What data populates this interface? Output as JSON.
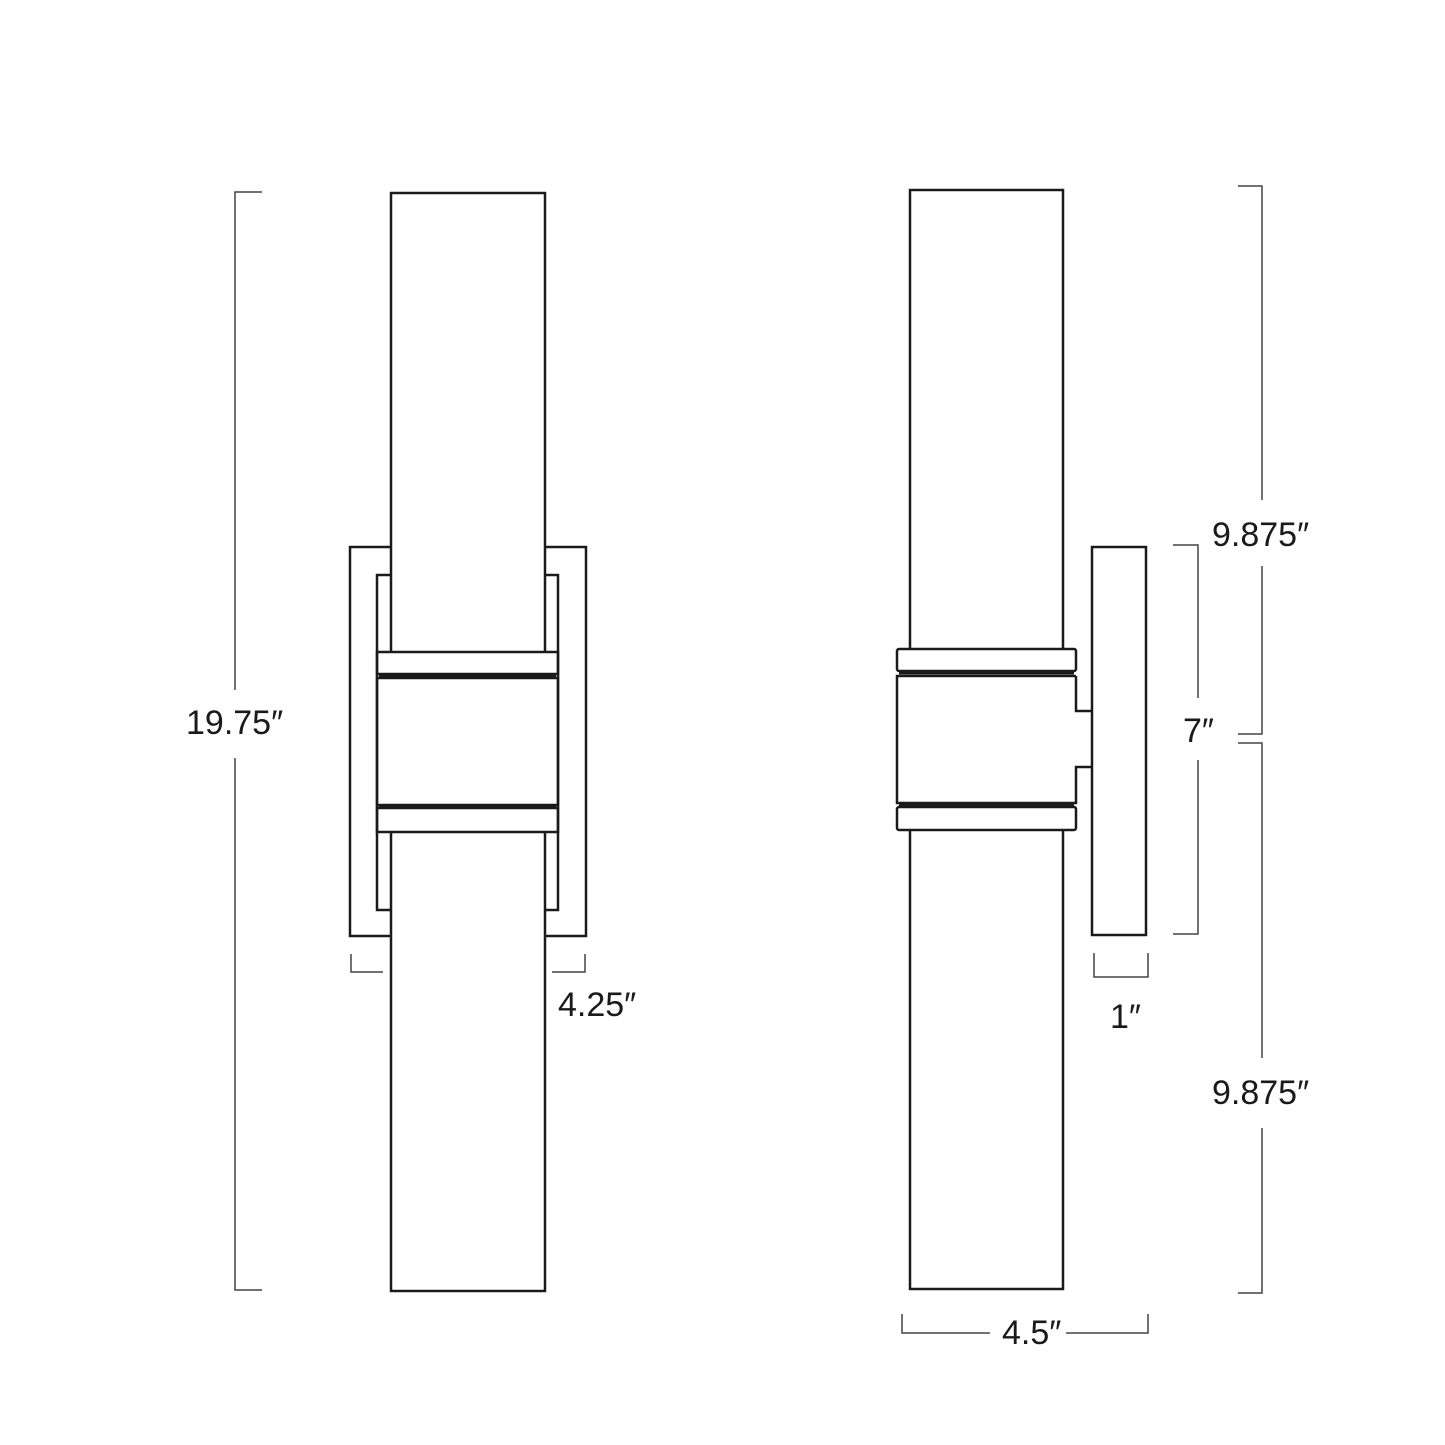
{
  "diagram": {
    "type": "dimension-drawing",
    "views": [
      "front-view",
      "side-view"
    ],
    "line_color": "#1a1a1a",
    "dimension_line_color": "#444444",
    "front_view": {
      "overall_height": "19.75″",
      "backplate_width": "4.25″"
    },
    "side_view": {
      "upper_shade_height": "9.875″",
      "lower_shade_height": "9.875″",
      "backplate_height": "7″",
      "backplate_depth": "1″",
      "overall_depth": "4.5″"
    }
  }
}
